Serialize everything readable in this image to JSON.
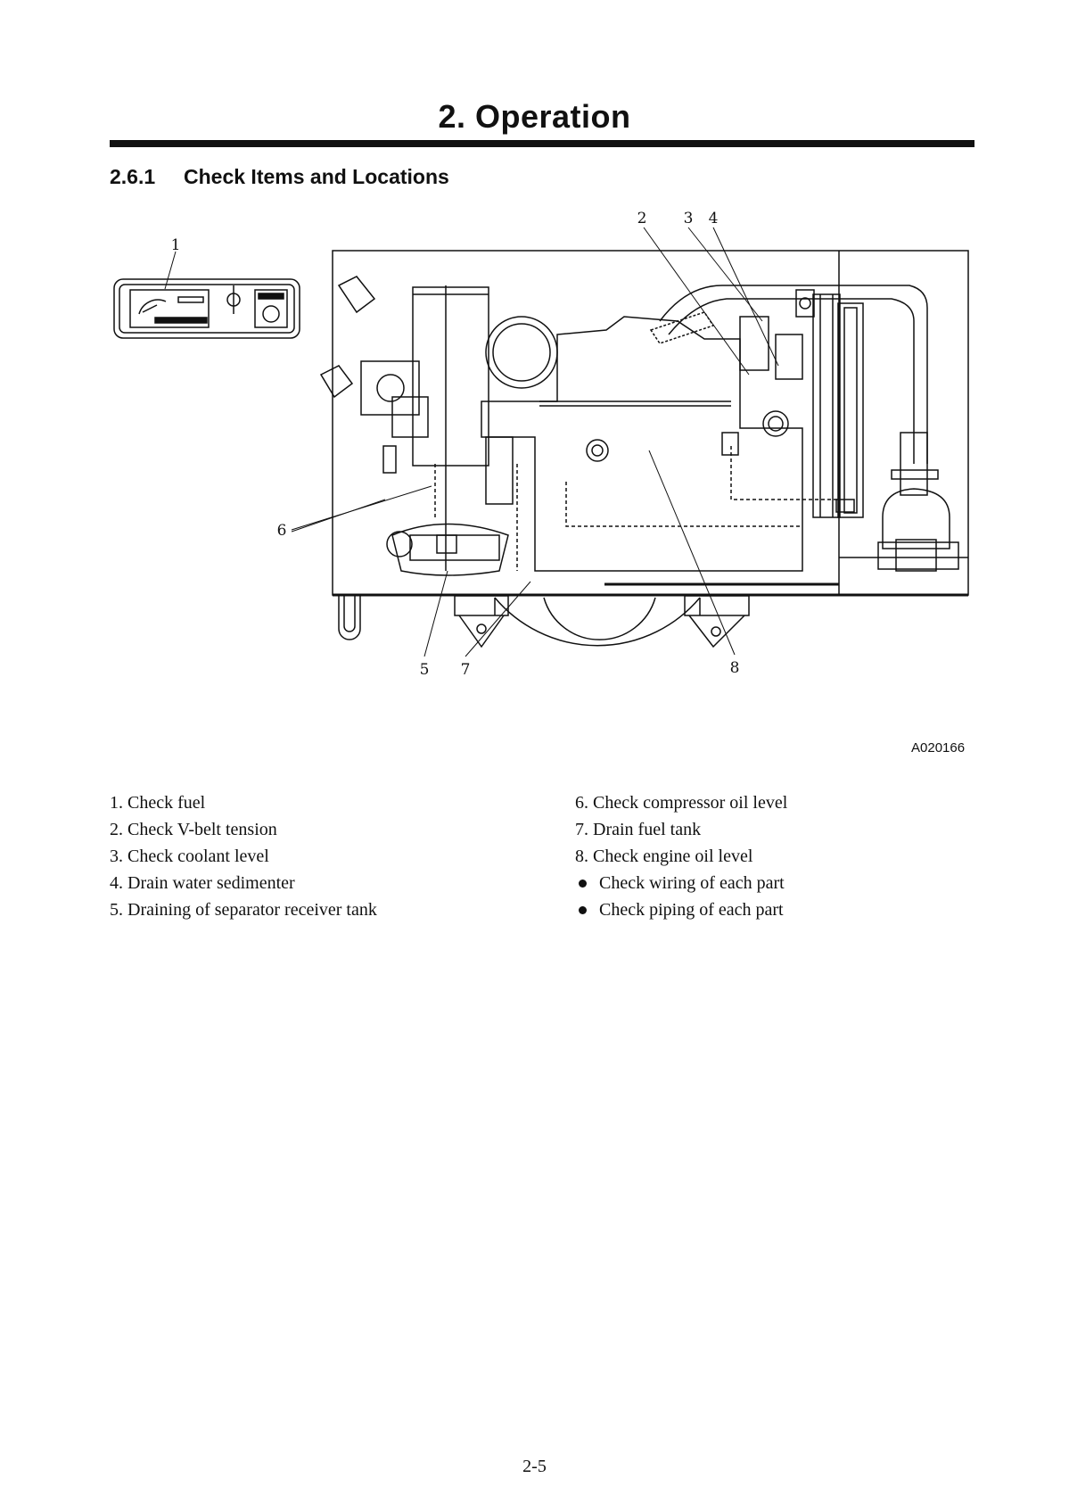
{
  "header": {
    "chapter_title": "2. Operation"
  },
  "section": {
    "number": "2.6.1",
    "title": "Check Items and Locations"
  },
  "figure": {
    "callouts": [
      "1",
      "2",
      "3",
      "4",
      "5",
      "6",
      "7",
      "8"
    ],
    "figure_id": "A020166"
  },
  "items_left": [
    "1. Check fuel",
    "2. Check V-belt tension",
    "3. Check coolant level",
    "4. Drain water sedimenter",
    "5. Draining of separator receiver tank"
  ],
  "items_right": [
    "6. Check compressor oil level",
    "7. Drain fuel tank",
    "8. Check engine oil level"
  ],
  "bullets_right": [
    "Check wiring of each part",
    "Check piping of each part"
  ],
  "footer": {
    "page_number": "2-5"
  }
}
